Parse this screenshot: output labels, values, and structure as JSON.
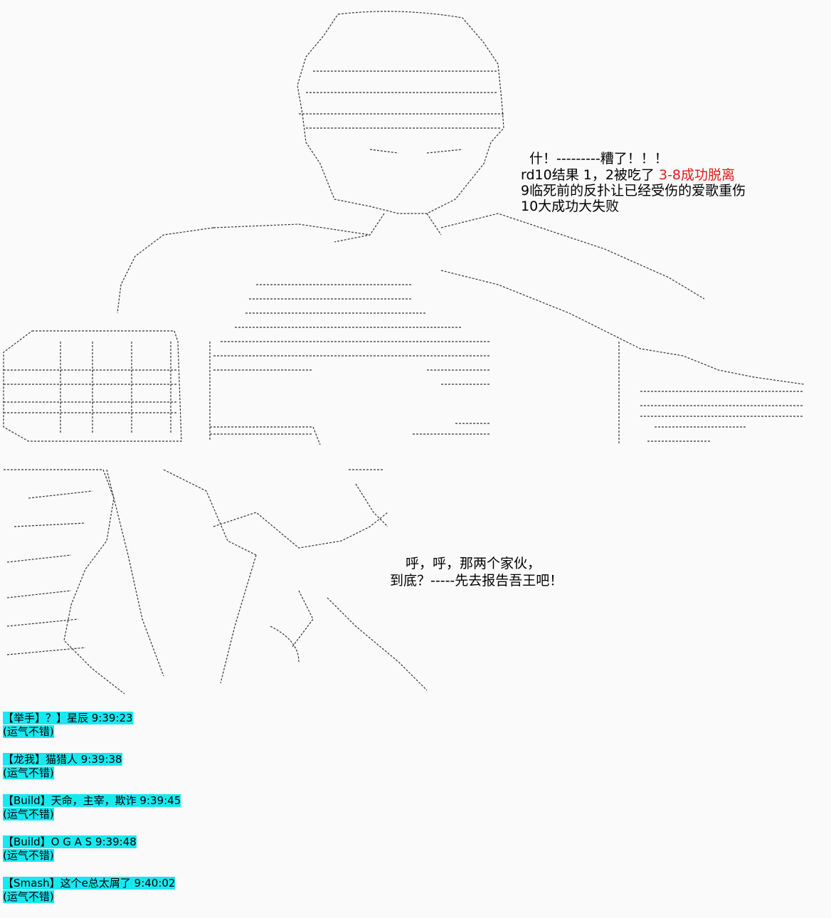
{
  "dialogue_top": {
    "line1": "什！---------糟了！！！",
    "line2_prefix": "rd10结果 1，2被吃了 ",
    "line2_highlight": "3-8成功脱离",
    "line3": "9临死前的反扑让已经受伤的爱歌重伤",
    "line4": "10大成功大失败"
  },
  "dialogue_bottom": {
    "line1": "呼，呼，那两个家伙，",
    "line2": "到底？-----先去报告吾王吧！"
  },
  "comments": [
    {
      "header": "【举手】？】星辰 9:39:23",
      "body": "(运气不错)"
    },
    {
      "header": "【龙我】猫猎人 9:39:38",
      "body": "(运气不错)"
    },
    {
      "header": "【Build】天命，主宰，欺诈 9:39:45",
      "body": "(运气不错)"
    },
    {
      "header": "【Build】O G A S 9:39:48",
      "body": "(运气不错)"
    },
    {
      "header": "【Smash】这个e总太屑了 9:40:02",
      "body": "(运气不错)"
    }
  ],
  "colors": {
    "accent_red": "#e01818",
    "highlight": "#18e8f0"
  }
}
